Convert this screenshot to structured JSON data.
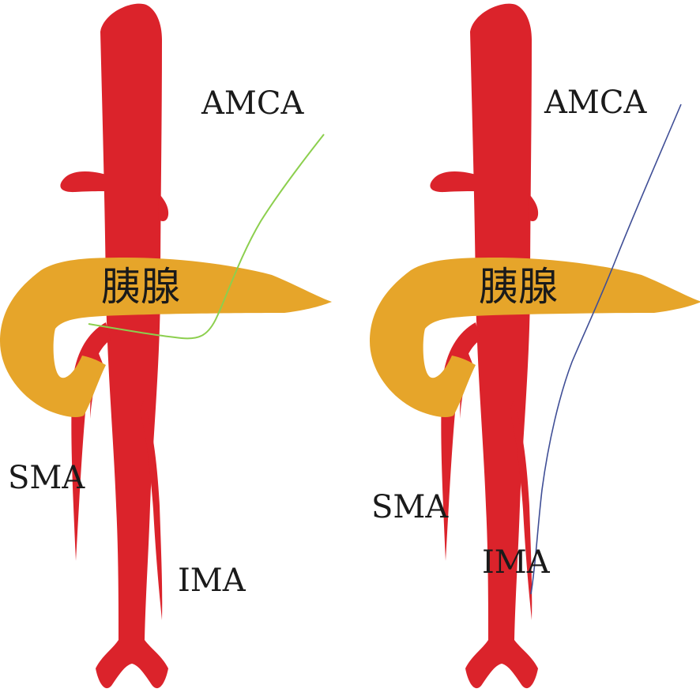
{
  "colors": {
    "artery": "#DB232B",
    "pancreas": "#E6A52A",
    "wire_left": "#8CCF4E",
    "wire_right": "#3F4E96",
    "text": "#1a1a1a",
    "background": "#ffffff"
  },
  "panels": [
    {
      "labels": {
        "amca": "AMCA",
        "pancreas": "胰腺",
        "sma": "SMA",
        "ima": "IMA"
      }
    },
    {
      "labels": {
        "amca": "AMCA",
        "pancreas": "胰腺",
        "sma": "SMA",
        "ima": "IMA"
      }
    }
  ]
}
